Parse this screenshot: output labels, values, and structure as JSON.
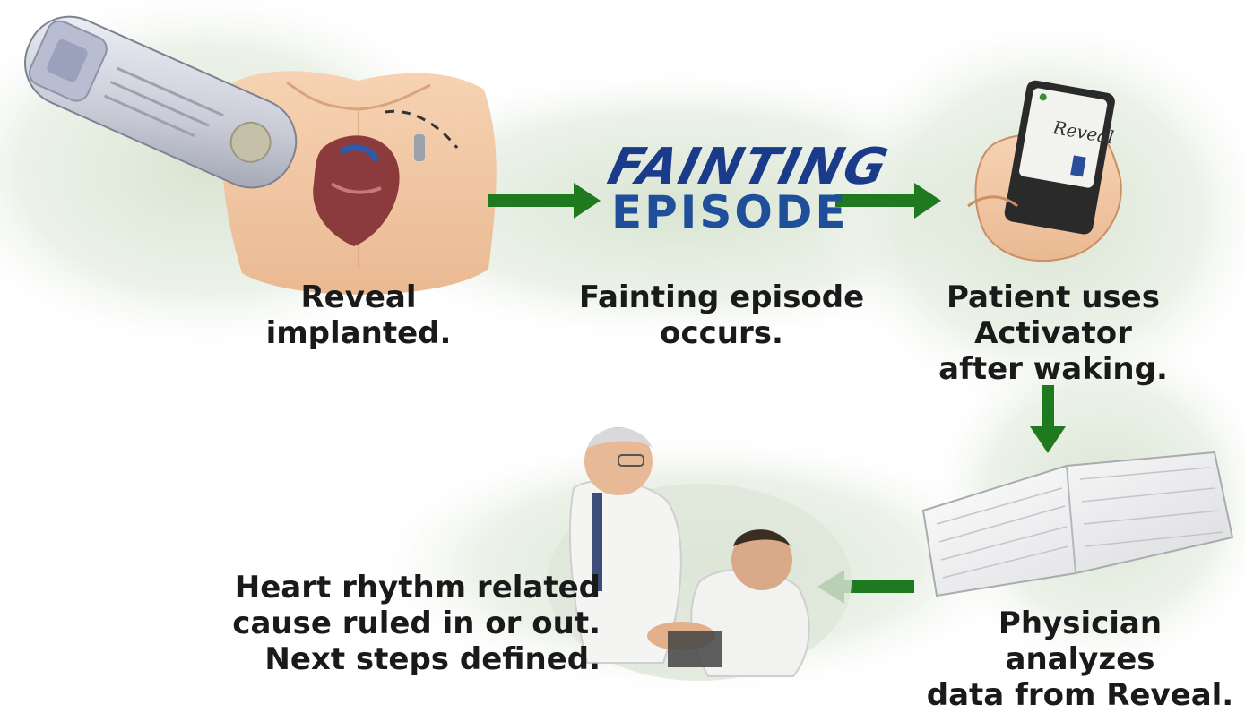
{
  "diagram": {
    "colors": {
      "arrow": "#1f7a1f",
      "title_blue": "#1a3a8a",
      "glow": "#dde7d6",
      "text": "#1a1a1a"
    },
    "episode_graphic": {
      "line1": "FAINTING",
      "line2": "EPISODE"
    },
    "steps": [
      {
        "caption": "Reveal\nimplanted."
      },
      {
        "caption": "Fainting episode\noccurs."
      },
      {
        "caption": "Patient uses\nActivator\nafter waking."
      },
      {
        "caption": "Physician analyzes\ndata from Reveal."
      },
      {
        "caption": "Heart rhythm related\ncause ruled in or out.\nNext steps defined."
      }
    ],
    "device_label": "Reveal"
  }
}
